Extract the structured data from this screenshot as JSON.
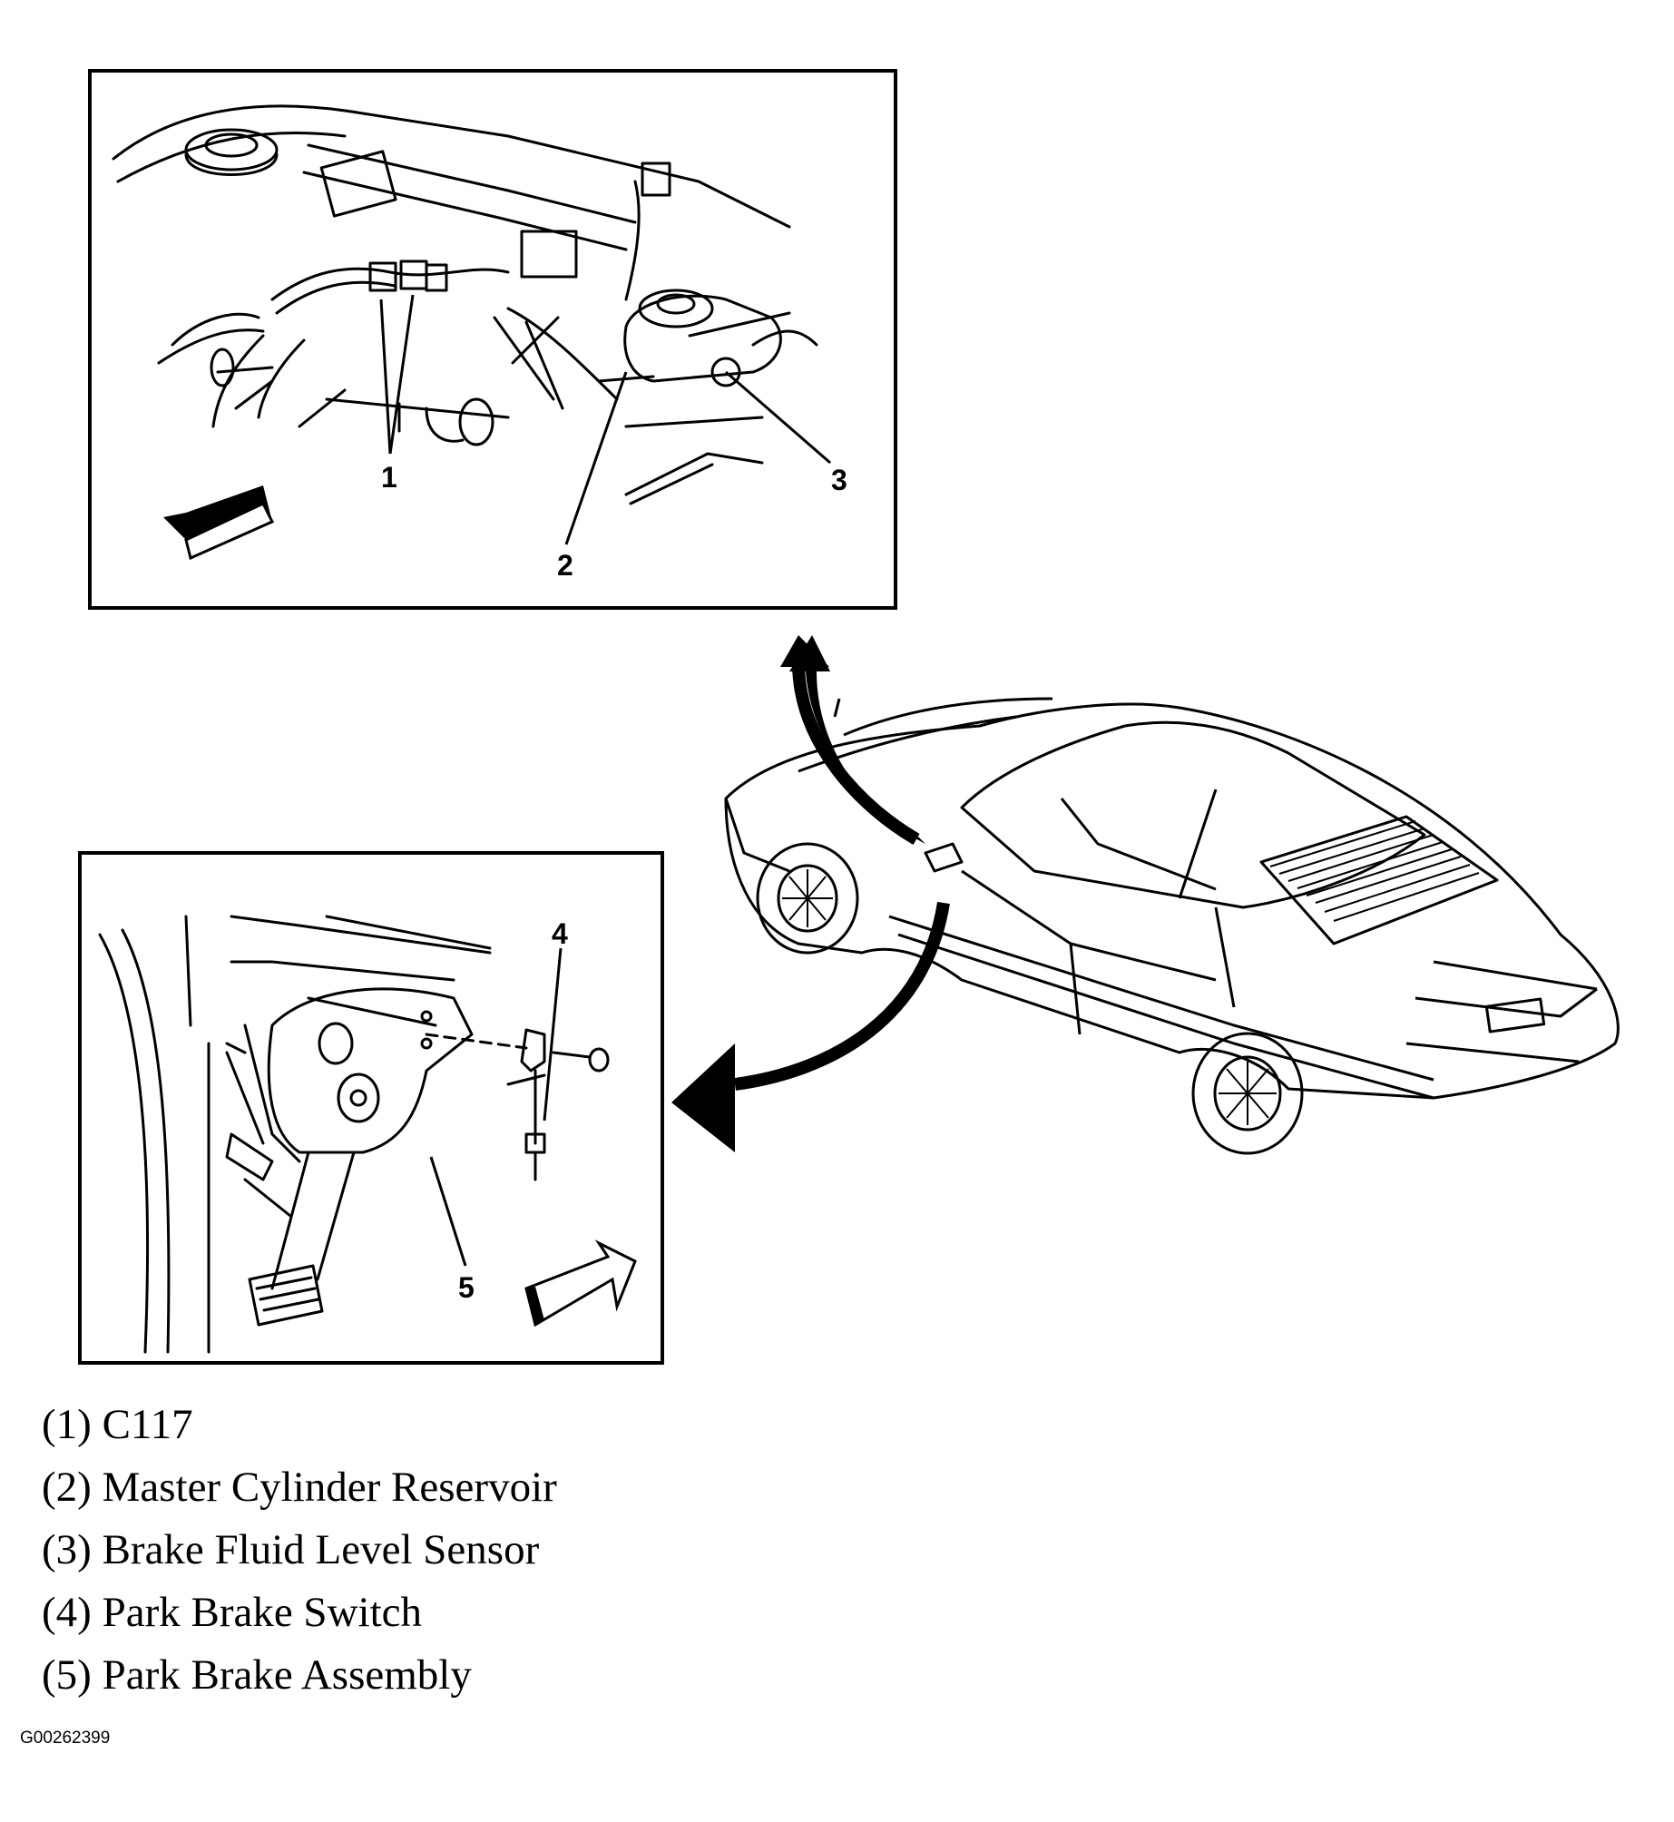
{
  "callouts": {
    "c1": "1",
    "c2": "2",
    "c3": "3",
    "c4": "4",
    "c5": "5"
  },
  "legend": [
    {
      "number": "(1)",
      "label": "C117"
    },
    {
      "number": "(2)",
      "label": "Master Cylinder Reservoir"
    },
    {
      "number": "(3)",
      "label": "Brake Fluid Level Sensor"
    },
    {
      "number": "(4)",
      "label": "Park Brake Switch"
    },
    {
      "number": "(5)",
      "label": "Park Brake Assembly"
    }
  ],
  "figure_id": "G00262399",
  "colors": {
    "ink": "#000000",
    "paper": "#ffffff"
  },
  "icons": [
    "direction-arrow-icon",
    "pointer-arrow-icon"
  ]
}
